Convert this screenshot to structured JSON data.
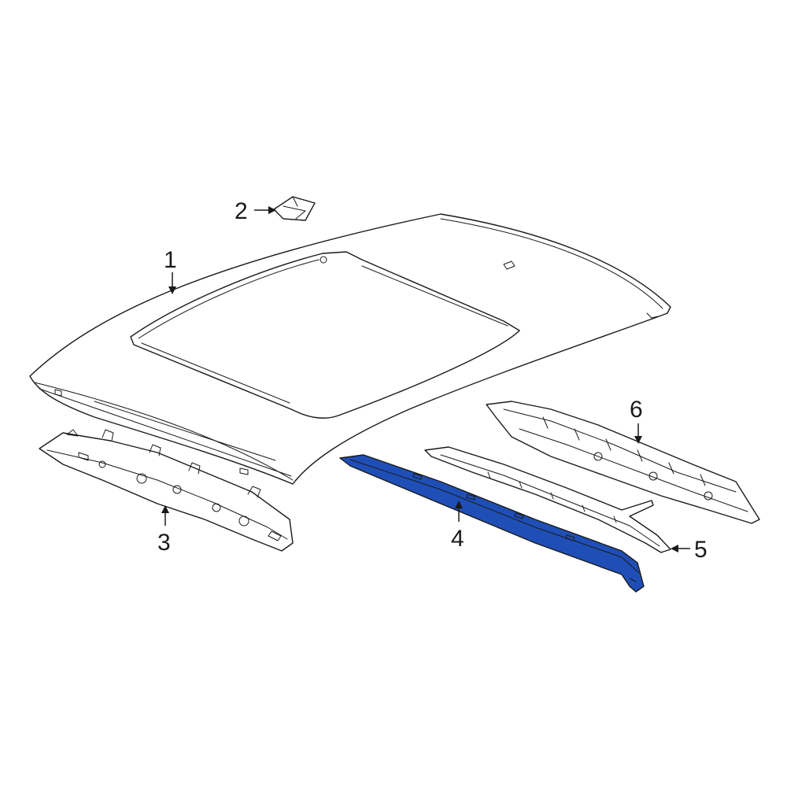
{
  "diagram": {
    "highlight_color": "#1f4fb6",
    "line_color": "#1a1a1a",
    "callouts": [
      {
        "id": "1",
        "part": "roof-panel"
      },
      {
        "id": "2",
        "part": "small-bracket"
      },
      {
        "id": "3",
        "part": "front-header-reinforcement"
      },
      {
        "id": "4",
        "part": "roof-rail-molding-highlighted"
      },
      {
        "id": "5",
        "part": "roof-rail-inner"
      },
      {
        "id": "6",
        "part": "rear-header-reinforcement"
      }
    ]
  }
}
